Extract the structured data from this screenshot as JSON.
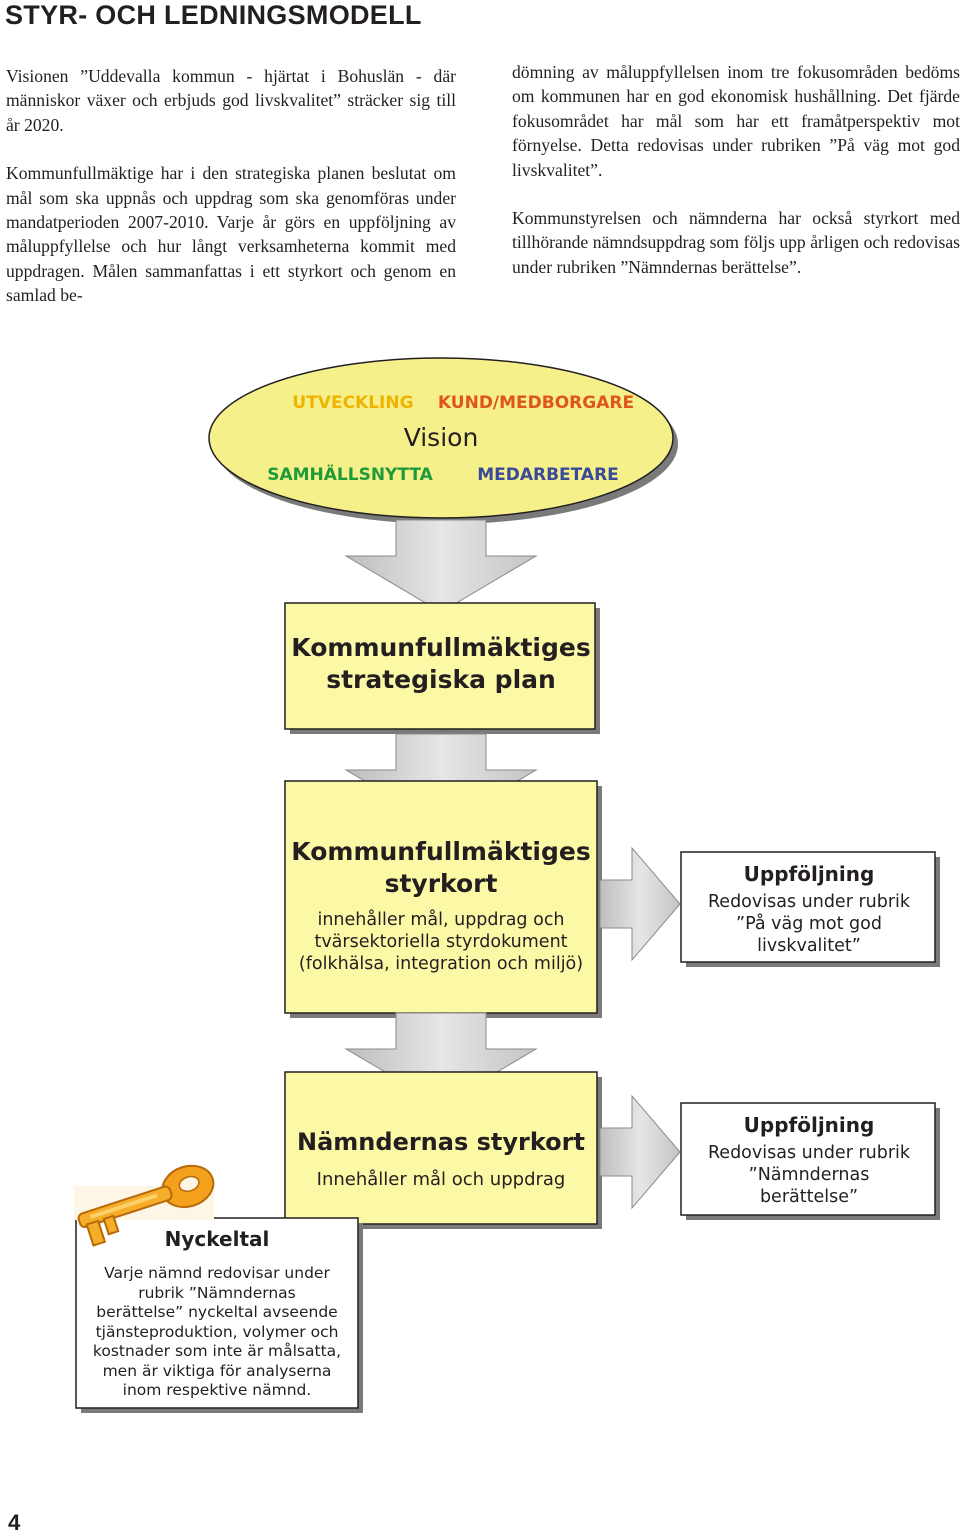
{
  "title": "STYR- OCH LEDNINGSMODELL",
  "intro_left": [
    "Visionen ”Uddevalla kommun - hjärtat i Bohuslän - där människor växer och erbjuds god livskvalitet” sträcker sig till år 2020.",
    "Kommunfullmäktige har i den strategiska planen beslutat om mål som ska uppnås och uppdrag som ska genomföras under mandatperioden 2007-2010. Varje år görs en uppföljning av måluppfyllelse och hur långt verksamheterna kommit med uppdragen. Målen sammanfattas i ett styrkort och genom en samlad be-"
  ],
  "intro_right": [
    "dömning av måluppfyllelsen inom tre fokusområden bedöms om kommunen har en god ekonomisk hushållning. Det fjärde fokusområdet har mål som har ett framåtperspektiv mot förnyelse. Detta redovisas under rubriken ”På väg mot god livskvalitet”.",
    "Kommunstyrelsen och nämnderna har också styrkort med tillhörande nämndsuppdrag som följs upp årligen och redovisas under rubriken ”Nämndernas berättelse”."
  ],
  "vision": {
    "center": "Vision",
    "top_left": "UTVECKLING",
    "top_right": "KUND/MEDBORGARE",
    "bottom_left": "SAMHÄLLSNYTTA",
    "bottom_right": "MEDARBETARE"
  },
  "strategic_plan": {
    "line1": "Kommunfullmäktiges",
    "line2": "strategiska plan"
  },
  "kf_styrkort": {
    "line1": "Kommunfullmäktiges",
    "line2": "styrkort",
    "desc": [
      "innehåller mål, uppdrag och",
      "tvärsektoriella styrdokument",
      "(folkhälsa, integration och miljö)"
    ]
  },
  "followup1": {
    "title": "Uppföljning",
    "desc": [
      "Redovisas under rubrik",
      "”På väg mot god",
      "livskvalitet”"
    ]
  },
  "nämnd_styrkort": {
    "title": "Nämndernas styrkort",
    "desc": "Innehåller mål och uppdrag"
  },
  "followup2": {
    "title": "Uppföljning",
    "desc": [
      "Redovisas under rubrik",
      "”Nämndernas",
      "berättelse”"
    ]
  },
  "nyckeltal": {
    "title": "Nyckeltal",
    "desc": [
      "Varje nämnd redovisar under",
      "rubrik ”Nämndernas",
      "berättelse” nyckeltal avseende",
      "tjänsteproduktion, volymer och",
      "kostnader som inte är målsatta,",
      "men är viktiga för analyserna",
      "inom respektive nämnd."
    ],
    "icon": "key-icon"
  },
  "page_number": "4",
  "colors": {
    "box_fill": "#fbf8a6",
    "ellipse_fill": "#f5f08a",
    "arrow_fill": "#d8d8d8",
    "utveckling": "#f0b400",
    "kund": "#e0561a",
    "samhall": "#1f9a3a",
    "medarbetare": "#3a4a9a"
  }
}
